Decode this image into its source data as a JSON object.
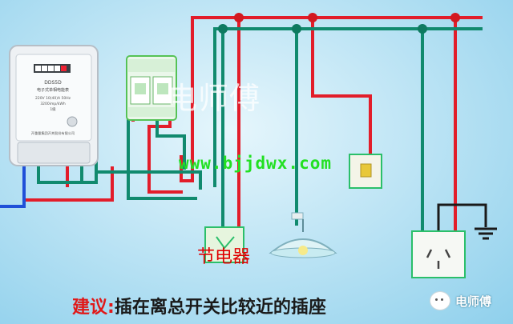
{
  "diagram": {
    "watermark_cn": "电师傅",
    "watermark_url": "www.bjjdwx.com",
    "saver_label": "节电器",
    "caption_prefix": "建议:",
    "caption_text": "插在离总开关比较近的插座",
    "badge_text": "电师傅",
    "meter": {
      "model": "DDS5D",
      "title": "电子式单相电能表",
      "lines": [
        "220V 10(40)A 50Hz",
        "3200imp/kWh",
        "1级"
      ],
      "maker": "开重量集团开关股份有限公司"
    },
    "colors": {
      "live_wire": "#e21d2a",
      "neutral_wire": "#118a6e",
      "ground_wire": "#1a1a1a",
      "incoming_wire": "#2050d8",
      "device_outline": "#2bbf6a"
    },
    "icons": [
      "wechat-icon",
      "ground-symbol-icon",
      "pendant-lamp-icon",
      "wall-switch-icon",
      "socket-icon",
      "breaker-icon",
      "energy-meter-icon"
    ]
  }
}
